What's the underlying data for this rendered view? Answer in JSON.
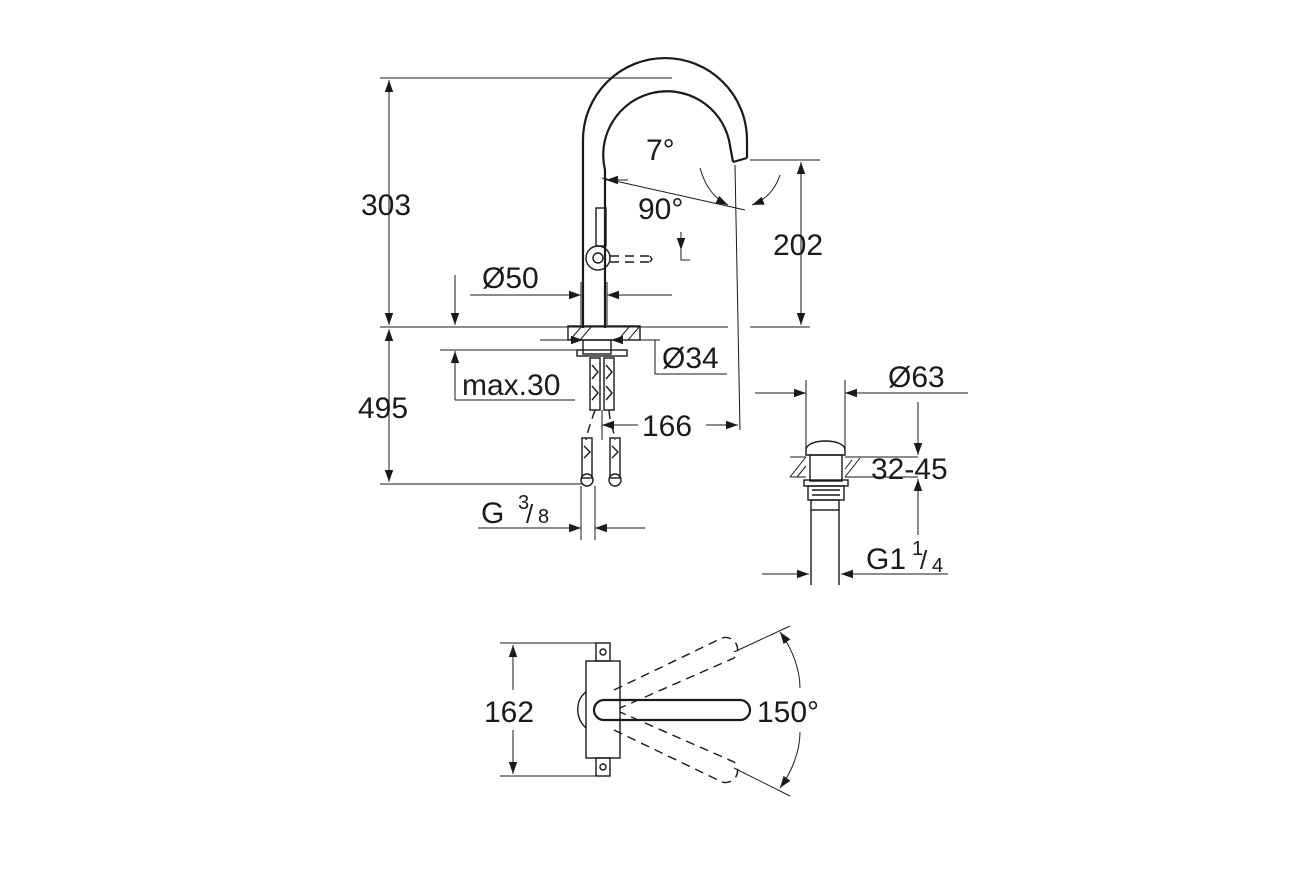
{
  "dimensions": {
    "height_total": "303",
    "height_below": "495",
    "spout_height": "202",
    "angle_spout": "7°",
    "angle_handle": "90°",
    "base_diameter": "Ø50",
    "shank_diameter": "Ø34",
    "max_thickness": "max.30",
    "reach": "166",
    "waste_diameter": "Ø63",
    "waste_range": "32-45",
    "thread_main": "G",
    "thread_main_num": "3",
    "thread_main_den": "8",
    "waste_thread": "G1",
    "waste_thread_num": "1",
    "waste_thread_den": "4",
    "plan_width": "162",
    "swivel_angle": "150°"
  }
}
